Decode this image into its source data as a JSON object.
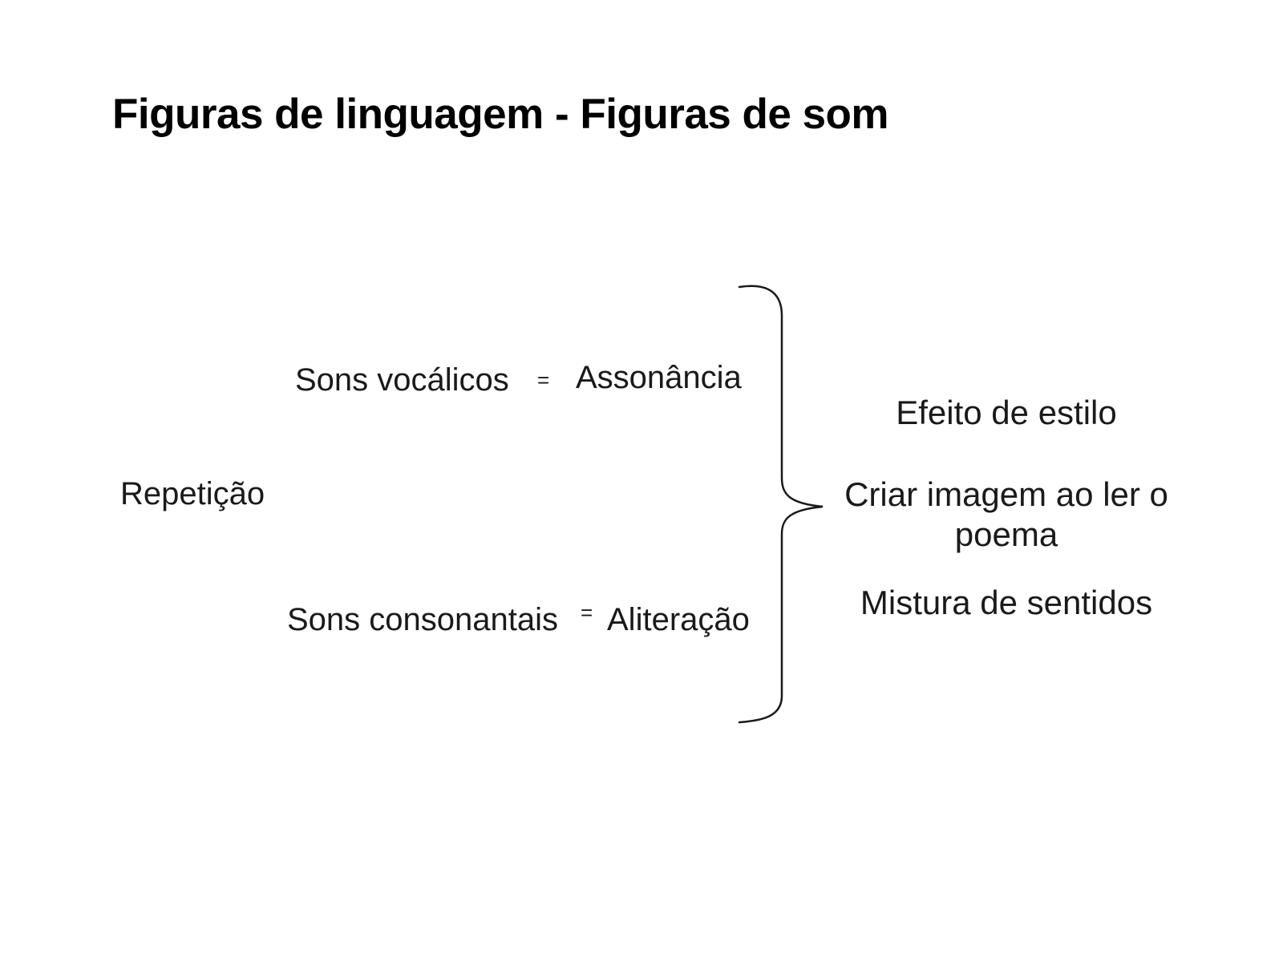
{
  "slide": {
    "title": "Figuras de linguagem - Figuras de som",
    "background_color": "#ffffff",
    "title_color": "#000000",
    "text_color": "#1a1a1a"
  },
  "diagram": {
    "root": {
      "label": "Repetição"
    },
    "branches": [
      {
        "label": "Sons vocálicos",
        "operator": "=",
        "result": "Assonância"
      },
      {
        "label": "Sons consonantais",
        "operator": "=",
        "result": "Aliteração"
      }
    ],
    "brace": {
      "icon": "right-curly-brace",
      "color": "#1a1a1a"
    },
    "effects": [
      {
        "text": "Efeito de estilo"
      },
      {
        "text": "Criar imagem ao ler o poema"
      },
      {
        "text": "Mistura de sentidos"
      }
    ]
  }
}
